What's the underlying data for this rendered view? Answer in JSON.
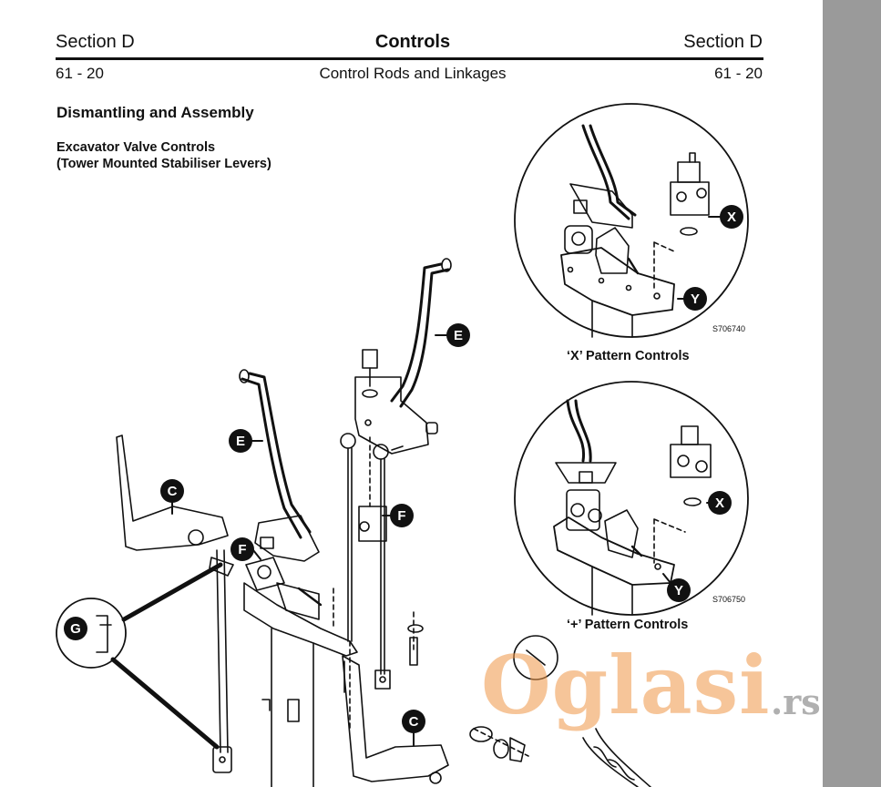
{
  "header": {
    "section_left": "Section D",
    "title": "Controls",
    "section_right": "Section D",
    "page_left": "61 - 20",
    "subtitle": "Control Rods and Linkages",
    "page_right": "61 - 20"
  },
  "content": {
    "heading": "Dismantling and Assembly",
    "subheading_line1": "Excavator Valve Controls",
    "subheading_line2": "(Tower Mounted Stabiliser Levers)"
  },
  "figures": {
    "x_pattern": {
      "caption": "‘X’ Pattern Controls",
      "ref": "S706740"
    },
    "plus_pattern": {
      "caption": "‘+’ Pattern Controls",
      "ref": "S706750"
    }
  },
  "callouts": {
    "E": "E",
    "C": "C",
    "F": "F",
    "G": "G",
    "X": "X",
    "Y": "Y"
  },
  "watermark": {
    "main": "Oglasi",
    "suffix": ".rs"
  },
  "colors": {
    "accent_watermark": "#EE9646",
    "side_band": "#9A9A9A"
  }
}
